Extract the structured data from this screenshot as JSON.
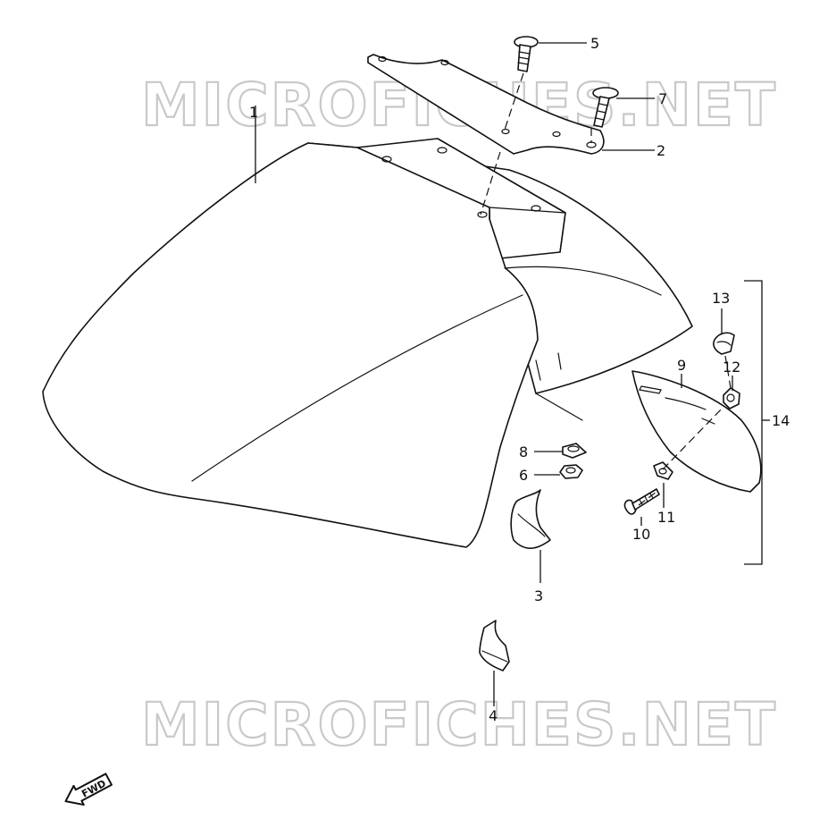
{
  "watermark": "MICROFICHES.NET",
  "callouts": [
    "1",
    "2",
    "3",
    "4",
    "5",
    "6",
    "7",
    "8",
    "9",
    "10",
    "11",
    "12",
    "13",
    "14"
  ],
  "direction_label": "FWD"
}
